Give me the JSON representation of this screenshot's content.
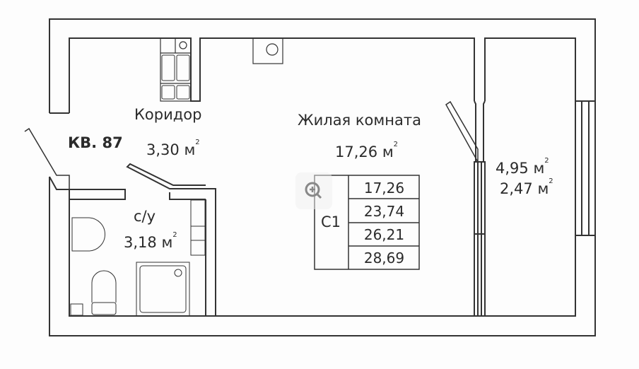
{
  "apartment": {
    "label": "КВ. 87"
  },
  "unit": "м",
  "unit_power": "2",
  "rooms": [
    {
      "name": "Коридор",
      "area": "3,30"
    },
    {
      "name": "Жилая комната",
      "area": "17,26"
    },
    {
      "name": "с/у",
      "area": "3,18"
    }
  ],
  "balcony": {
    "area_full": "4,95",
    "area_reduced": "2,47"
  },
  "area_table": {
    "type": "С1",
    "values": [
      "17,26",
      "23,74",
      "26,21",
      "28,69"
    ]
  },
  "icons": {
    "zoom": "zoom-in-icon"
  }
}
